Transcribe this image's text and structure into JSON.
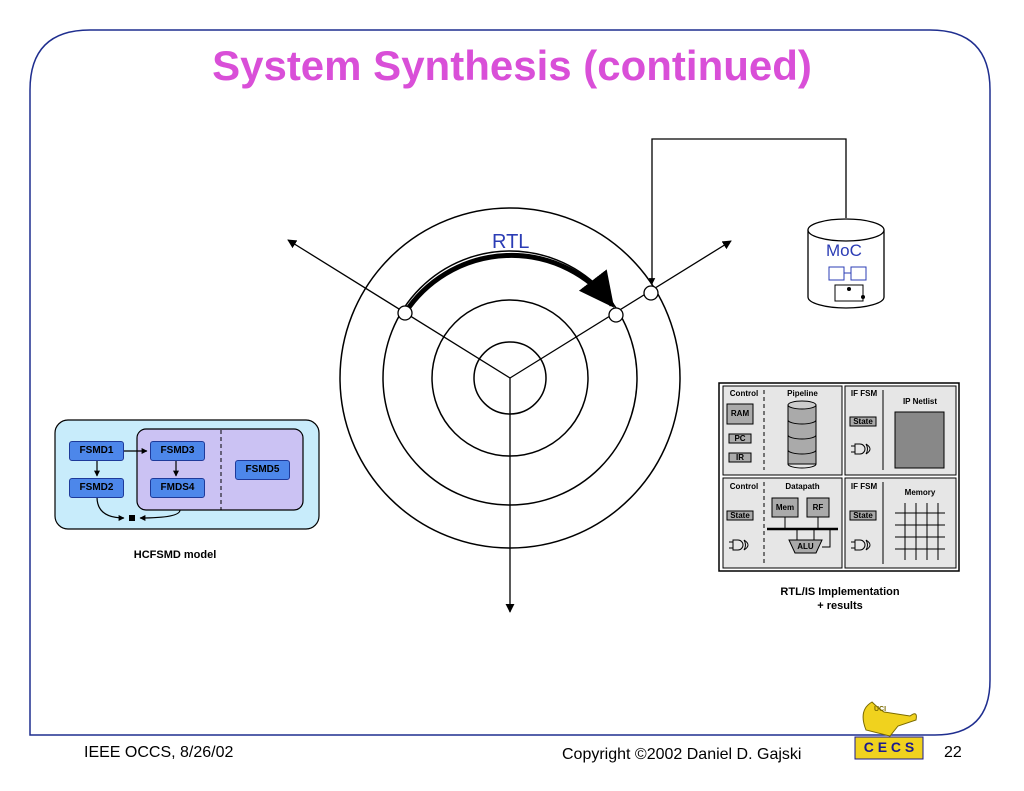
{
  "slide": {
    "title": "System Synthesis (continued)",
    "title_color": "#d94fd8",
    "frame_color": "#1f2e8f"
  },
  "diagram": {
    "rtl_label": "RTL",
    "moc_label": "MoC",
    "accent_blue": "#2b3cb5"
  },
  "hcfsmd": {
    "boxes": [
      "FSMD1",
      "FSMD2",
      "FSMD3",
      "FMDS4",
      "FSMD5"
    ],
    "caption": "HCFSMD model"
  },
  "rtl_impl": {
    "top_left": {
      "control": "Control",
      "pipeline": "Pipeline",
      "ram": "RAM",
      "pc": "PC",
      "ir": "IR"
    },
    "top_right": {
      "if_fsm": "IF FSM",
      "state": "State",
      "ip_netlist": "IP Netlist"
    },
    "bottom_left": {
      "control": "Control",
      "datapath": "Datapath",
      "state": "State",
      "mem": "Mem",
      "rf": "RF",
      "alu": "ALU"
    },
    "bottom_right": {
      "if_fsm": "IF FSM",
      "state": "State",
      "memory": "Memory"
    },
    "caption_line1": "RTL/IS Implementation",
    "caption_line2": "+ results"
  },
  "footer": {
    "left": "IEEE OCCS, 8/26/02",
    "copyright": "Copyright ©2002 Daniel D. Gajski",
    "logo_text": "C E C S",
    "logo_sub": "UCI",
    "page_number": "22"
  }
}
